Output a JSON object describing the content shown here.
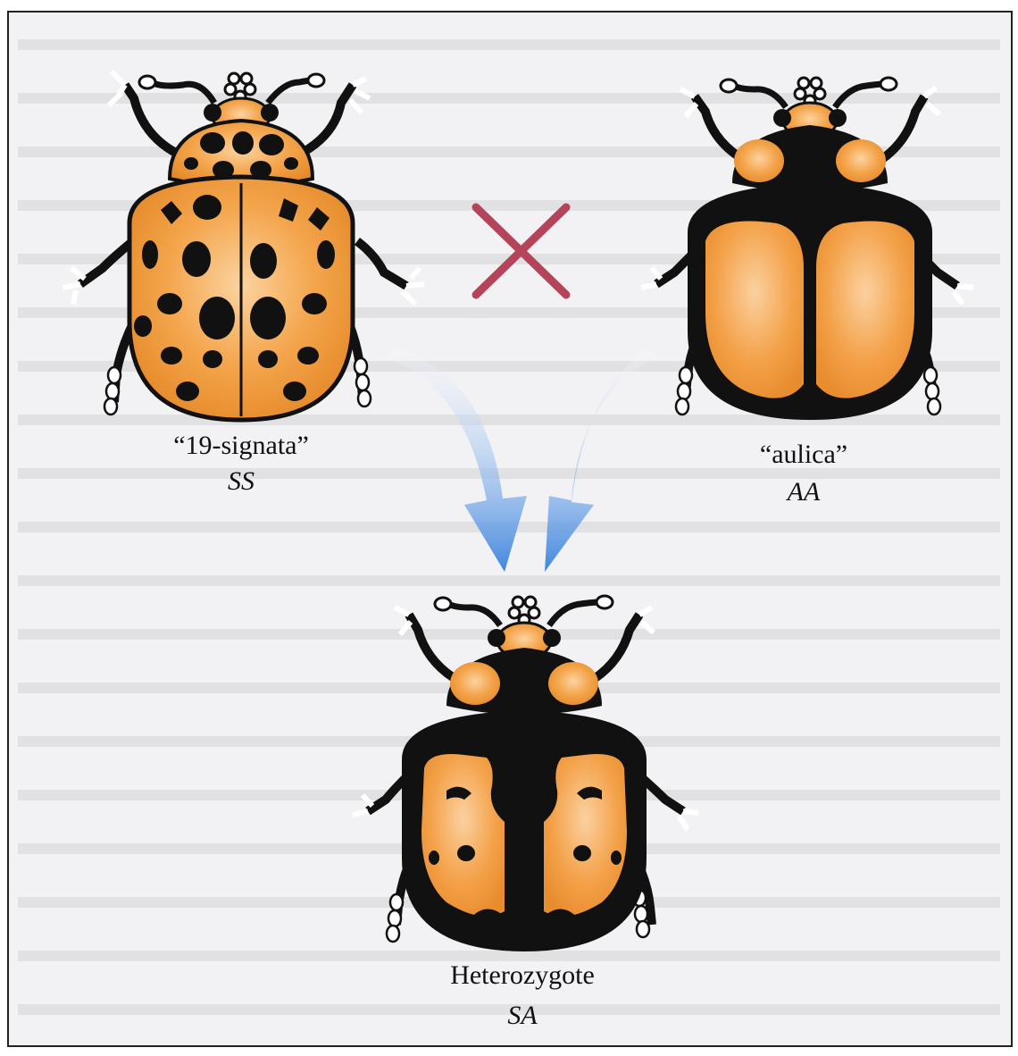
{
  "beetles": {
    "parent_left": {
      "name": "“19-signata”",
      "genotype": "SS",
      "pattern": "spotted"
    },
    "parent_right": {
      "name": "“aulica”",
      "genotype": "AA",
      "pattern": "aulica"
    },
    "offspring": {
      "name": "Heterozygote",
      "genotype": "SA",
      "pattern": "heterozygote"
    }
  },
  "cross_symbol": "×",
  "colors": {
    "background": "#f2f1f4",
    "orange": "#f39a3c",
    "orange_light": "#f8c48a",
    "black": "#111111",
    "cross": "#b5435a",
    "arrow": "#4a8fe0"
  }
}
